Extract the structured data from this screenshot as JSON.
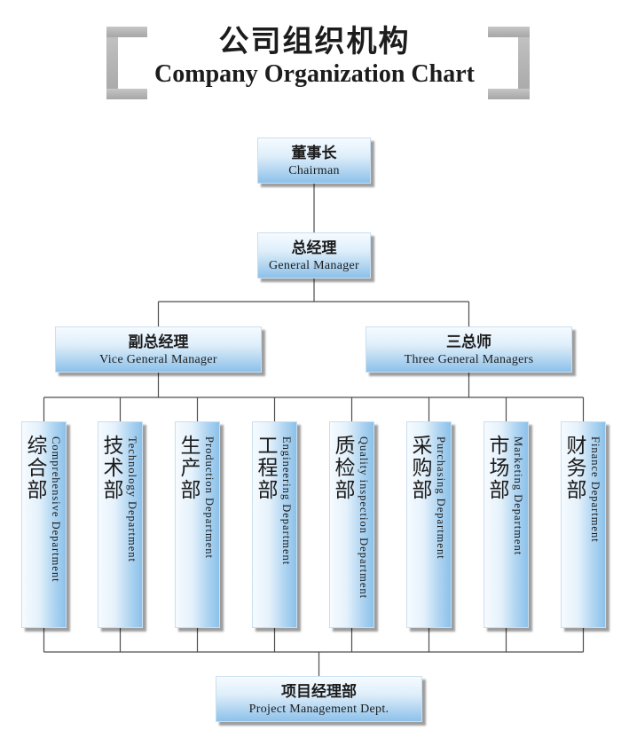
{
  "title": {
    "zh": "公司组织机构",
    "en": "Company Organization Chart"
  },
  "chairman": {
    "zh": "董事长",
    "en": "Chairman"
  },
  "general_manager": {
    "zh": "总经理",
    "en": "General Manager"
  },
  "vice_general_manager": {
    "zh": "副总经理",
    "en": "Vice General Manager"
  },
  "three_general_managers": {
    "zh": "三总师",
    "en": "Three General Managers"
  },
  "departments": [
    {
      "zh": "综合部",
      "en": "Comprehensive Department"
    },
    {
      "zh": "技术部",
      "en": "Technology Department"
    },
    {
      "zh": "生产部",
      "en": "Production Department"
    },
    {
      "zh": "工程部",
      "en": "Engineering Department"
    },
    {
      "zh": "质检部",
      "en": "Quality inspection Department"
    },
    {
      "zh": "采购部",
      "en": "Purchasing Department"
    },
    {
      "zh": "市场部",
      "en": "Marketing Department"
    },
    {
      "zh": "财务部",
      "en": "Finance Department"
    }
  ],
  "project_management": {
    "zh": "项目经理部",
    "en": "Project Management Dept."
  },
  "colors": {
    "box_light": "#f6fbff",
    "box_blue": "#8cc1ea",
    "connector": "#4d4d4d",
    "bracket": "#b5b5b5",
    "text": "#1c1c1c"
  }
}
